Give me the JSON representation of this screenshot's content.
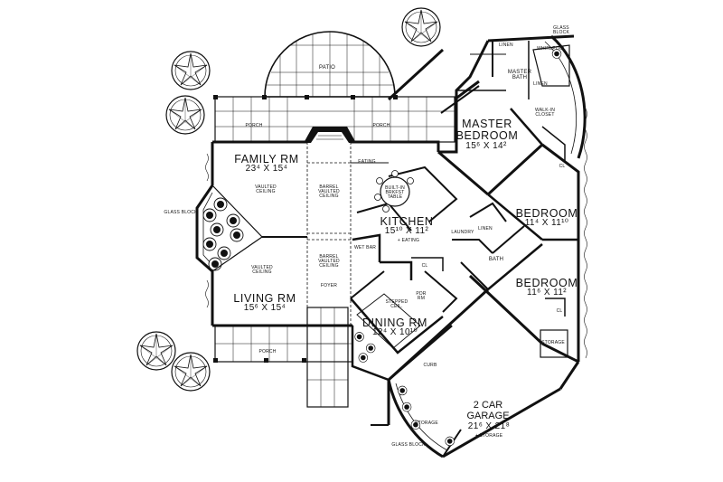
{
  "rooms": {
    "patio": "PATIO",
    "porch_left": "PORCH",
    "porch_right": "PORCH",
    "porch_front": "PORCH",
    "family": "FAMILY RM",
    "family_dim": "23⁴ X 15⁴",
    "vaulted_ceiling_1": "VAULTED\nCEILING",
    "barrel_vaulted_1": "BARREL\nVAULTED\nCEILING",
    "eating": "EATING",
    "breakfast_table": "BUILT-IN\nBRKFST\nTABLE",
    "kitchen": "KITCHEN",
    "kitchen_dim": "15¹⁰ X 11²",
    "kitchen_note": "+ EATING",
    "wet_bar": "WET BAR",
    "laundry": "LAUNDRY",
    "glass_block_left": "GLASS BLOCK",
    "vaulted_ceiling_2": "VAULTED\nCEILING",
    "barrel_vaulted_2": "BARREL\nVAULTED\nCEILING",
    "foyer": "FOYER",
    "living": "LIVING RM",
    "living_dim": "15⁶ X 15⁴",
    "stepped_ceil": "STEPPED\nCEIL.",
    "dining": "DINING RM",
    "dining_dim": "12⁴ X 10¹⁰",
    "pdr_rm": "PDR\nRM",
    "master_bedroom": "MASTER\nBEDROOM",
    "master_dim": "15⁶ X 14²",
    "master_bath": "MASTER\nBATH",
    "whirlpool": "WHIRLPOOL",
    "linen_1": "LINEN",
    "linen_2": "LINEN",
    "glass_block_top": "GLASS\nBLOCK",
    "walk_in_closet": "WALK-IN\nCLOSET",
    "cl_1": "CL",
    "bedroom_1": "BEDROOM",
    "bedroom_1_dim": "11⁴ X 11¹⁰",
    "bath": "BATH",
    "linen_3": "LINEN",
    "cl_2": "CL",
    "bedroom_2": "BEDROOM",
    "bedroom_2_dim": "11⁶ X 11²",
    "cl_3": "CL",
    "storage_1": "STORAGE",
    "curb": "CURB",
    "garage": "2 CAR\nGARAGE",
    "garage_dim": "21⁶ X 21⁸",
    "garage_note": "+ STORAGE",
    "storage_2": "STORAGE",
    "glass_block_bottom": "GLASS BLOCK"
  }
}
